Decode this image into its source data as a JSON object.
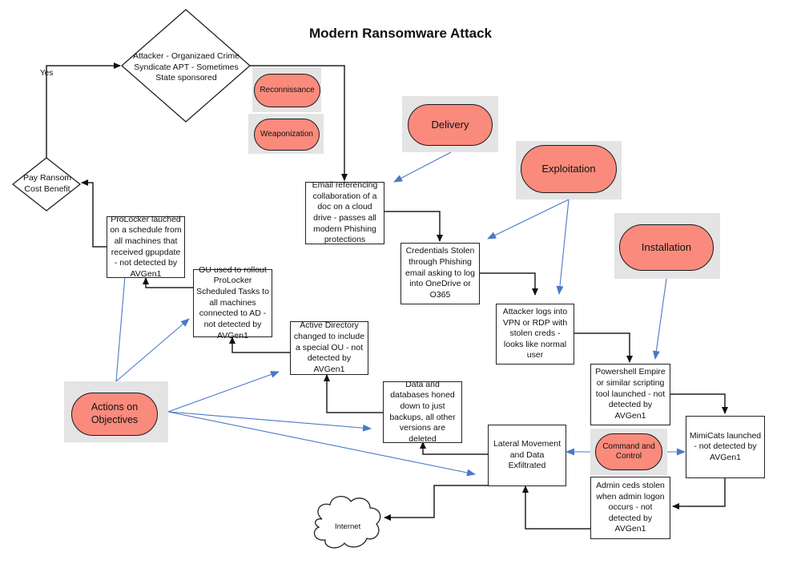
{
  "title": "Modern Ransomware Attack",
  "colors": {
    "phase_fill": "#fa8b7c",
    "phase_bg": "#e4e4e4",
    "flow_line": "#222222",
    "phase_arrow": "#4a78c8"
  },
  "decisions": {
    "attacker": "Attacker - Organizaed Crime Syndicate APT - Sometimes State sponsored",
    "pay_ransom": "Pay Ransom Cost Benefit",
    "yes_label": "Yes"
  },
  "phases": {
    "reconnaissance": "Reconnissance",
    "weaponization": "Weaponization",
    "delivery": "Delivery",
    "exploitation": "Exploitation",
    "installation": "Installation",
    "command_control": "Command and Control",
    "actions_objectives": "Actions on Objectives"
  },
  "steps": {
    "email": "Email referencing collaboration of a doc on a cloud drive - passes all modern Phishing protections",
    "credentials": "Credentials Stolen through Phishing email asking to log into OneDrive or O365",
    "vpn_login": "Attacker logs into VPN or RDP with stolen creds - looks like normal user",
    "powershell": "Powershell Empire or similar scripting tool launched - not detected by AVGen1",
    "mimicats": "MimiCats launched  - not detected by AVGen1",
    "admin_creds": "Admin ceds stolen when admin logon occurs - not detected by AVGen1",
    "lateral": "Lateral Movement and Data Exfiltrated",
    "data_backups": "Data and databases honed down to just backups, all other versions are deleted",
    "active_directory": "Active Directory changed to include a special OU - not detected by AVGen1",
    "ou_rollout": "OU used to rollout ProLocker Scheduled Tasks to all machines connected to AD - not detected by AVGen1",
    "prolocker": "ProLocker lauched on a schedule from all machines that received gpupdate - not detected by AVGen1"
  },
  "internet_label": "Internet"
}
